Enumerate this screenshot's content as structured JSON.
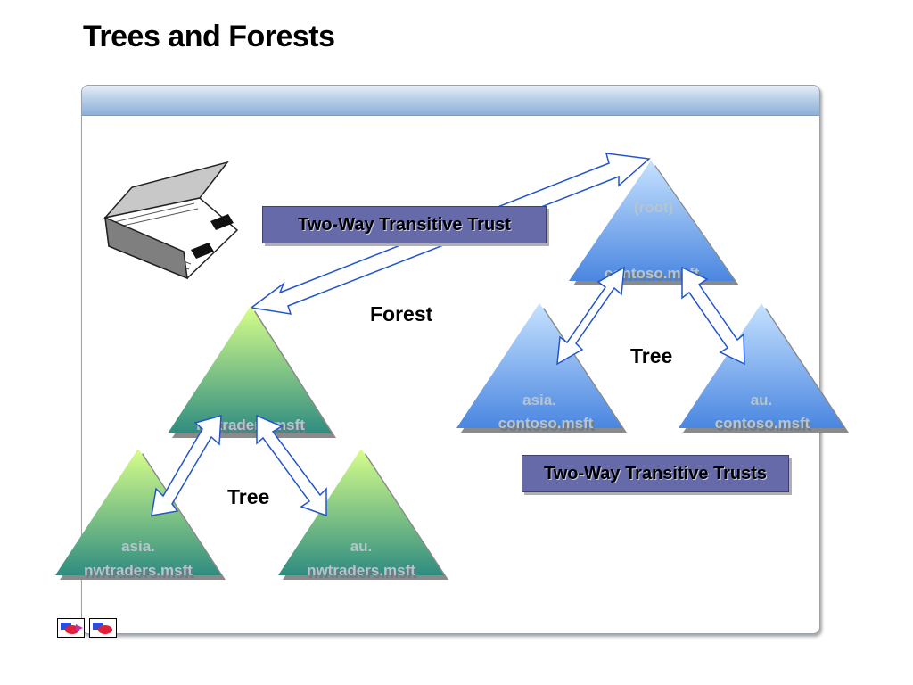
{
  "title": "Trees and Forests",
  "labels": {
    "forest": "Forest",
    "tree_left": "Tree",
    "tree_right": "Tree",
    "trust_single": "Two-Way Transitive Trust",
    "trust_plural": "Two-Way Transitive Trusts"
  },
  "nodes": {
    "nwtraders_root": [
      "nwtraders.msft"
    ],
    "nwtraders_asia": [
      "asia.",
      "nwtraders.msft"
    ],
    "nwtraders_au": [
      "au.",
      "nwtraders.msft"
    ],
    "contoso_root": [
      "(root)",
      "contoso.msft"
    ],
    "contoso_asia": [
      "asia.",
      "contoso.msft"
    ],
    "contoso_au": [
      "au.",
      "contoso.msft"
    ]
  },
  "colors": {
    "green_top": "#d8ff8a",
    "green_bottom": "#2f8c80",
    "blue_top": "#c6e2ff",
    "blue_bottom": "#4a86e0",
    "trust_box": "#666aa8"
  },
  "icons": [
    "book-icon",
    "slide-nav-icon"
  ]
}
